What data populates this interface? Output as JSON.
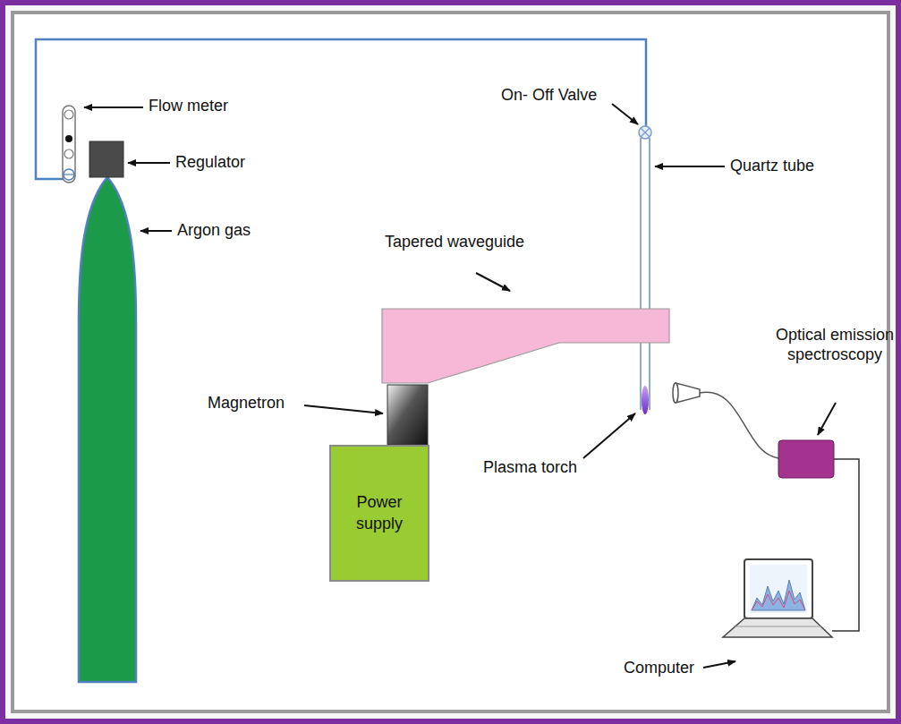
{
  "diagram": {
    "nodes": [
      {
        "text": [
          "Power supply"
        ]
      }
    ],
    "labels": [
      "Flow meter",
      "Regulator",
      "Argon gas",
      "On- Off Valve",
      "Quartz tube",
      "Tapered waveguide",
      "Magnetron",
      "Plasma torch",
      "Optical emission spectroscopy",
      "Computer"
    ]
  }
}
